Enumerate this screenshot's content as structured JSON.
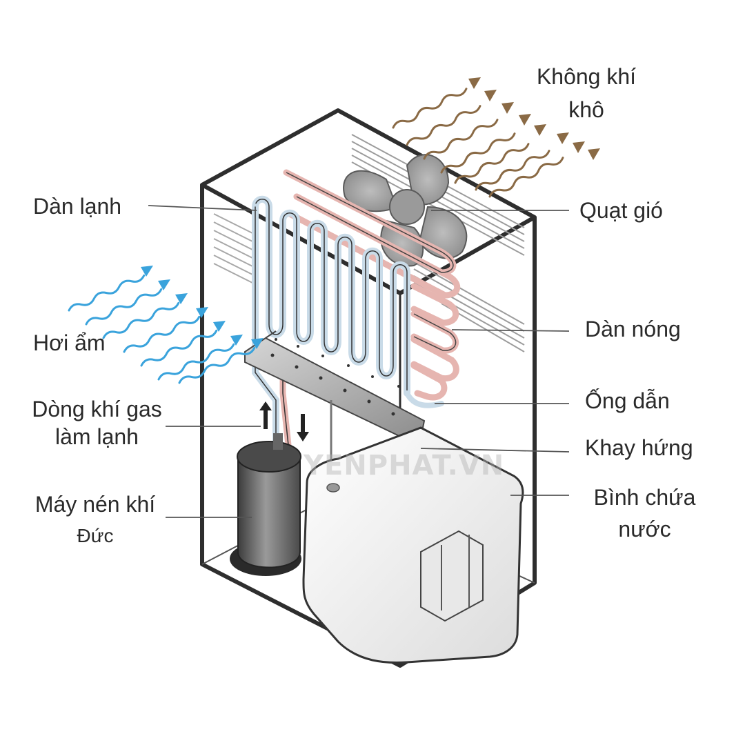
{
  "labels": {
    "dry_air_line1": "Không khí",
    "dry_air_line2": "khô",
    "cold_coil": "Dàn lạnh",
    "fan": "Quạt gió",
    "humid_air": "Hơi ẩm",
    "hot_coil": "Dàn nóng",
    "gas_flow_line1": "Dòng khí gas",
    "gas_flow_line2": "làm lạnh",
    "pipe": "Ống dẫn",
    "drip_tray": "Khay hứng",
    "compressor_line1": "Máy nén khí",
    "compressor_line2": "Đức",
    "water_tank_line1": "Bình chứa",
    "water_tank_line2": "nước"
  },
  "watermark": "YENPHAT.VN",
  "colors": {
    "humid_arrow": "#3aa3dc",
    "dry_arrow": "#8a6a45",
    "hot_pipe": "#e6b5b0",
    "cold_pipe": "#c9dbe8",
    "outline": "#2e2e2e"
  },
  "icons": {
    "fan": "fan-icon",
    "compressor": "compressor-icon",
    "water_tank": "water-tank-icon",
    "up_arrow": "up-arrow-icon",
    "down_arrow": "down-arrow-icon"
  }
}
